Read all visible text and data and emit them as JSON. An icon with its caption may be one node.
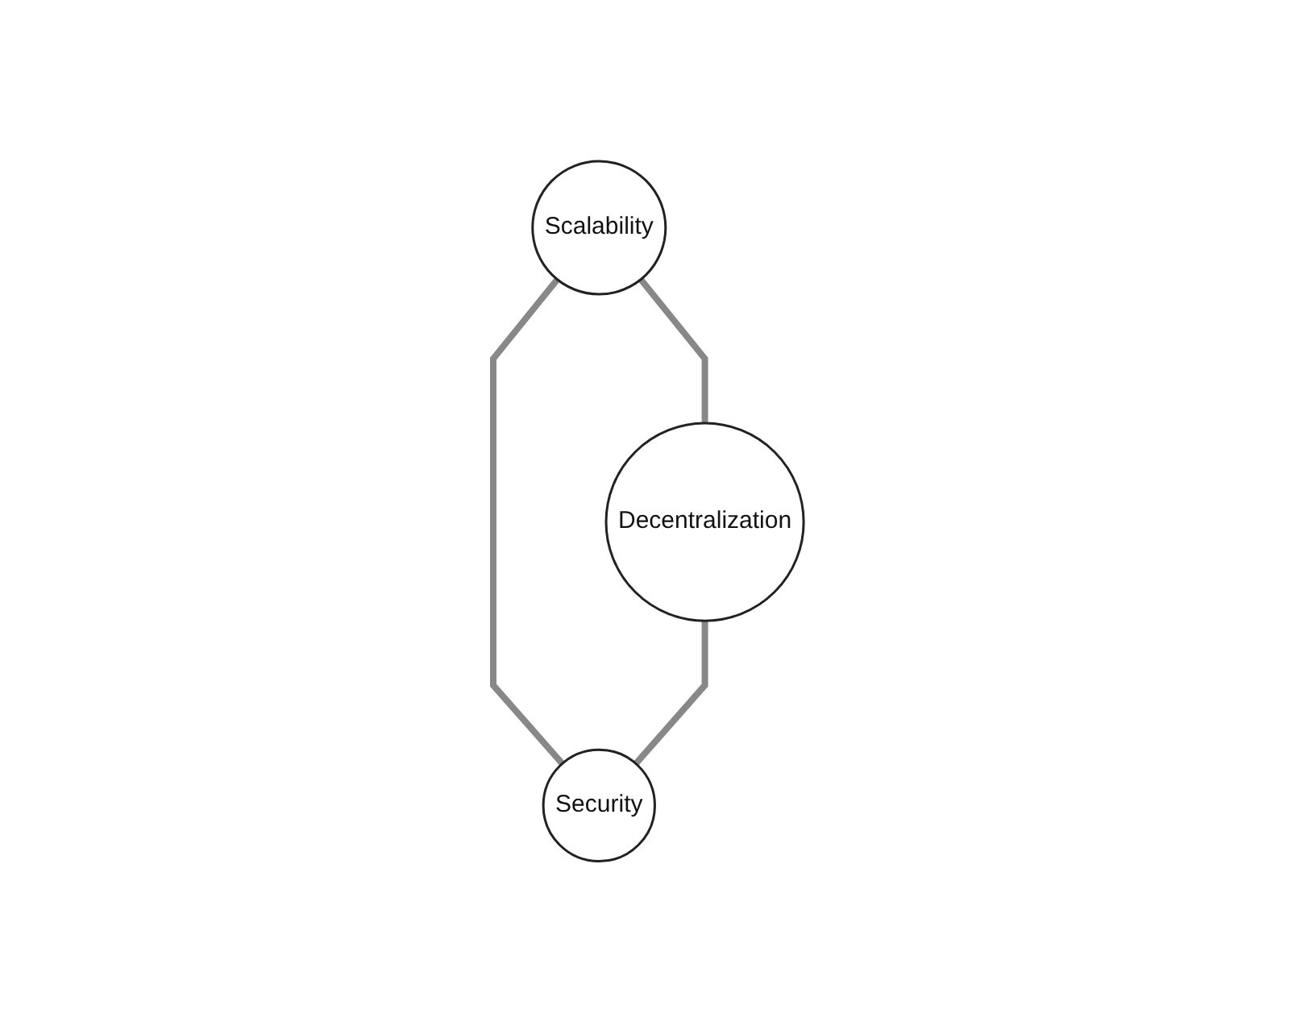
{
  "diagram": {
    "nodes": [
      {
        "text": [
          "Scalability"
        ]
      },
      {
        "text": [
          "Decentralization"
        ]
      },
      {
        "text": [
          "Security"
        ]
      }
    ],
    "edges": [
      {
        "from": 0,
        "to": 1,
        "arrow": "none"
      },
      {
        "from": 0,
        "to": 2,
        "arrow": "none"
      },
      {
        "from": 1,
        "to": 2,
        "arrow": "none"
      }
    ]
  }
}
